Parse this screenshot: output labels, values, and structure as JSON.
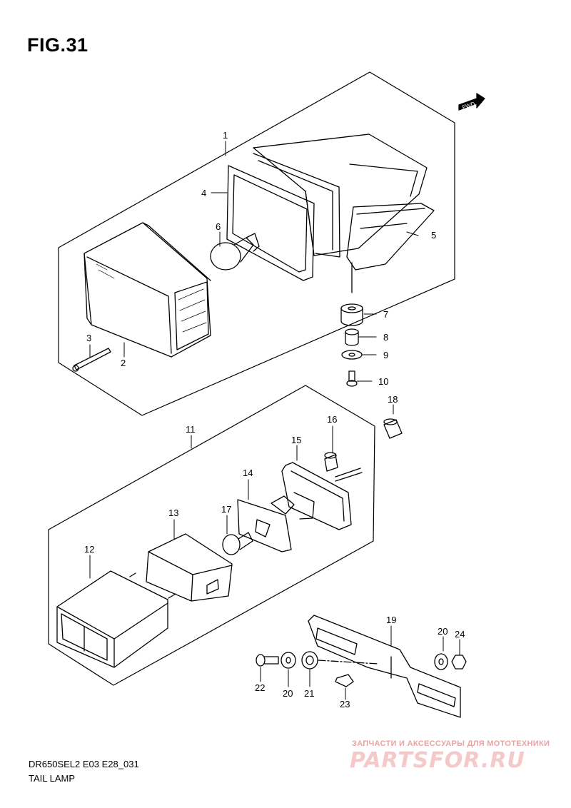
{
  "figure": {
    "title": "FIG.31",
    "code": "DR650SEL2 E03 E28_031",
    "caption": "TAIL LAMP",
    "fwd_label": "FWD"
  },
  "watermark": {
    "line1": "ЗАПЧАСТИ И АКСЕССУАРЫ ДЛЯ МОТОТЕХНИКИ",
    "logo": "PARTSFOR.RU",
    "color": "#e06060"
  },
  "callouts": {
    "p1": "1",
    "p2": "2",
    "p3": "3",
    "p4": "4",
    "p5": "5",
    "p6": "6",
    "p7": "7",
    "p8": "8",
    "p9": "9",
    "p10": "10",
    "p11": "11",
    "p12": "12",
    "p13": "13",
    "p14": "14",
    "p15": "15",
    "p16": "16",
    "p17": "17",
    "p18": "18",
    "p19": "19",
    "p20a": "20",
    "p20b": "20",
    "p21": "21",
    "p22": "22",
    "p23": "23",
    "p24": "24"
  }
}
